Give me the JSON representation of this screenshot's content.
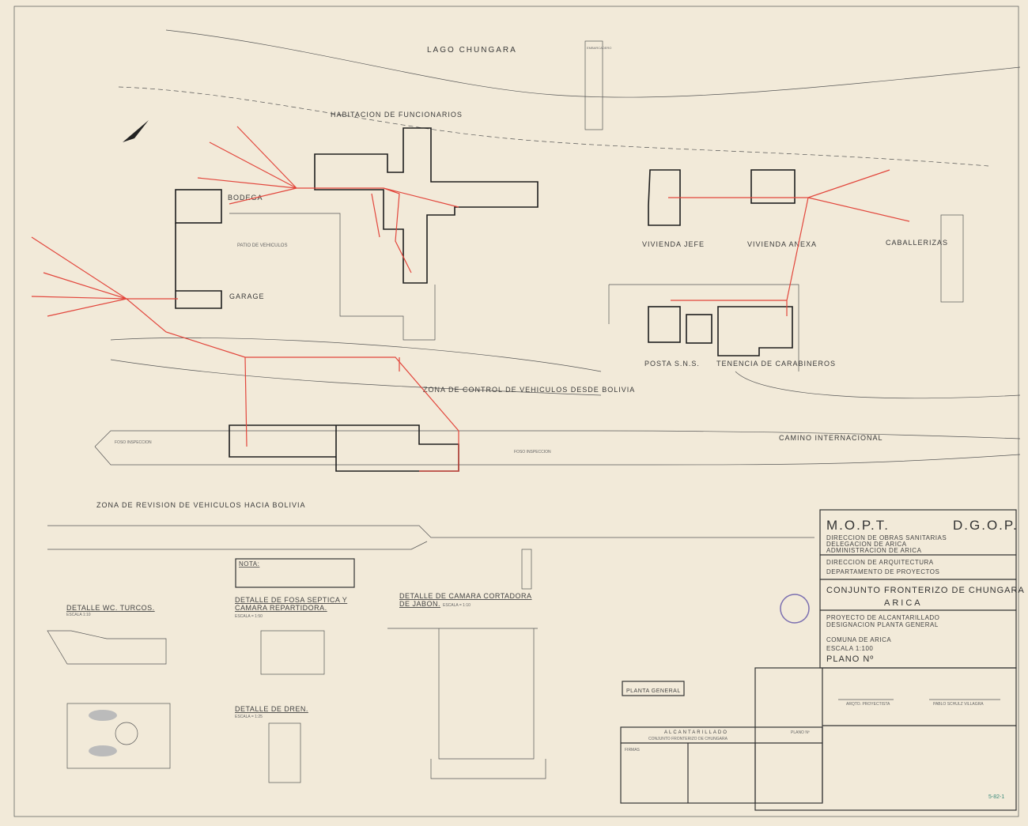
{
  "site": {
    "lake": "LAGO  CHUNGARA",
    "pier": "EMBARCADERO",
    "staff_housing": "HABITACION DE FUNCIONARIOS",
    "warehouse": "BODEGA",
    "garage": "GARAGE",
    "vehicle_yard": "PATIO DE VEHICULOS",
    "chief_house": "VIVIENDA JEFE",
    "annex_house": "VIVIENDA ANEXA",
    "stables": "CABALLERIZAS",
    "health_post": "POSTA S.N.S.",
    "police": "TENENCIA DE CARABINEROS",
    "control_zone": "ZONA DE CONTROL DE VEHICULOS DESDE BOLIVIA",
    "inspection_pit_1": "FOSO INSPECCION",
    "inspection_pit_2": "FOSO INSPECCION",
    "road": "CAMINO INTERNACIONAL",
    "review_zone": "ZONA DE REVISION DE VEHICULOS HACIA BOLIVIA"
  },
  "details": {
    "note_title": "NOTA:",
    "wc_title": "DETALLE  WC. TURCOS.",
    "wc_scale": "ESCALA   1:10",
    "septic_title_1": "DETALLE DE FOSA SEPTICA Y",
    "septic_title_2": "CAMARA REPARTIDORA.",
    "septic_scale": "ESCALA  =  1:50",
    "drain_title": "DETALLE DE DREN.",
    "drain_scale": "ESCALA  =  1:25",
    "soap_title_1": "DETALLE DE CAMARA CORTADORA",
    "soap_title_2": "DE JABON.",
    "soap_scale": "ESCALA  =  1:10"
  },
  "title_block": {
    "org": "M.O.P.T.",
    "dept": "D.G.O.P.",
    "line1": "DIRECCION DE OBRAS SANITARIAS",
    "line2": "DELEGACION DE ARICA",
    "line3": "ADMINISTRACION DE ARICA",
    "line4": "DIRECCION DE ARQUITECTURA",
    "line5": "DEPARTAMENTO DE PROYECTOS",
    "project": "CONJUNTO FRONTERIZO DE CHUNGARA",
    "city": "ARICA",
    "line6": "PROYECTO DE ALCANTARILLADO",
    "line7": "DESIGNACION   PLANTA GENERAL",
    "commune": "COMUNA DE ARICA",
    "scale": "ESCALA  1:100",
    "plan_no": "PLANO Nº",
    "sheet_name": "PLANTA GENERAL",
    "alc": "ALCANTARILLADO",
    "conj": "CONJUNTO FRONTERIZO DE CHUNGARA",
    "plano_small": "PLANO Nº",
    "firmas": "FIRMAS",
    "architect": "ARQTO. PROYECTISTA",
    "engineer": "PABLO SCHULZ VILLAGRA",
    "stamp_no": "5-82-1"
  },
  "colors": {
    "paper": "#f2ead9",
    "sewer": "#e2463c",
    "ink": "#1e1e1e"
  }
}
